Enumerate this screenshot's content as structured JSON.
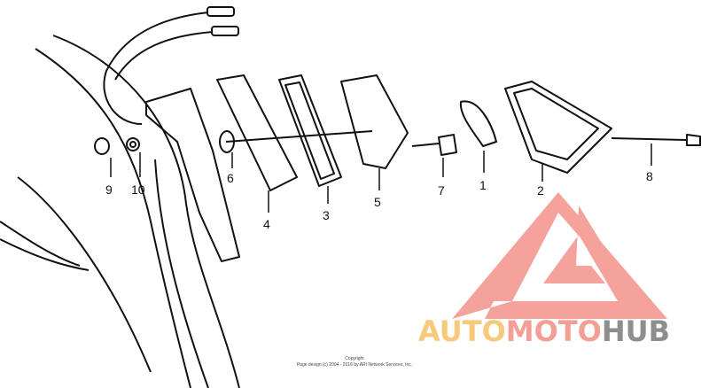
{
  "diagram": {
    "callouts": [
      "1",
      "2",
      "3",
      "4",
      "5",
      "6",
      "7",
      "8",
      "9",
      "10"
    ],
    "copyright_title": "Copyright",
    "copyright_line": "Page design (c) 2004 - 2016 by ARI Network Services, Inc."
  },
  "watermark": {
    "part1": "AUTO",
    "part2": "MOTO",
    "part3": "HUB",
    "colors": {
      "auto": "#f7c97a",
      "moto": "#f49e96",
      "hub": "#8e8e8e",
      "triangle": "#f49e96"
    }
  }
}
